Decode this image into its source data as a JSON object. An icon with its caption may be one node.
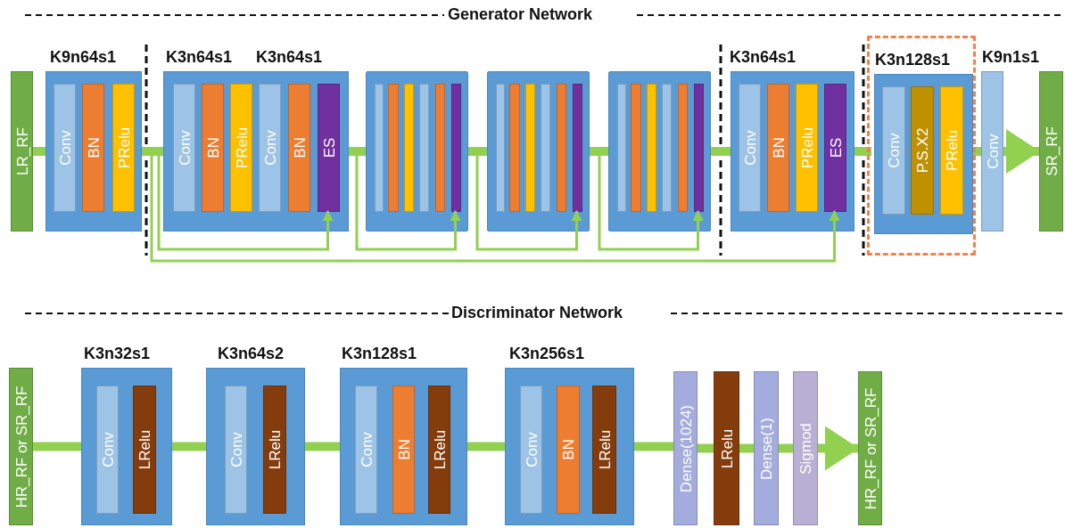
{
  "diagram": {
    "nodes": [
      {
        "text": [
          "LR_RF"
        ]
      },
      {
        "text": [
          "K9n64s1"
        ]
      },
      {
        "text": [
          "Conv"
        ],
        "in": 1
      },
      {
        "text": [
          "BN"
        ],
        "in": 1
      },
      {
        "text": [
          "PRelu"
        ],
        "in": 1
      },
      {
        "text": [
          "K3n64s1",
          "K3n64s1"
        ]
      },
      {
        "text": [
          "Conv"
        ],
        "in": 5
      },
      {
        "text": [
          "BN"
        ],
        "in": 5
      },
      {
        "text": [
          "PRelu"
        ],
        "in": 5
      },
      {
        "text": [
          "Conv"
        ],
        "in": 5
      },
      {
        "text": [
          "BN"
        ],
        "in": 5
      },
      {
        "text": [
          "ES"
        ],
        "in": 5
      },
      {
        "text": [],
        "shape": "box"
      },
      {
        "text": [],
        "shape": "bar",
        "in": 12
      },
      {
        "text": [],
        "shape": "bar",
        "in": 12
      },
      {
        "text": [],
        "shape": "bar",
        "in": 12
      },
      {
        "text": [],
        "shape": "bar",
        "in": 12
      },
      {
        "text": [],
        "shape": "bar",
        "in": 12
      },
      {
        "text": [],
        "shape": "bar",
        "in": 12
      },
      {
        "text": [],
        "shape": "box"
      },
      {
        "text": [],
        "shape": "bar",
        "in": 19
      },
      {
        "text": [],
        "shape": "bar",
        "in": 19
      },
      {
        "text": [],
        "shape": "bar",
        "in": 19
      },
      {
        "text": [],
        "shape": "bar",
        "in": 19
      },
      {
        "text": [],
        "shape": "bar",
        "in": 19
      },
      {
        "text": [],
        "shape": "bar",
        "in": 19
      },
      {
        "text": [],
        "shape": "box"
      },
      {
        "text": [],
        "shape": "bar",
        "in": 26
      },
      {
        "text": [],
        "shape": "bar",
        "in": 26
      },
      {
        "text": [],
        "shape": "bar",
        "in": 26
      },
      {
        "text": [],
        "shape": "bar",
        "in": 26
      },
      {
        "text": [],
        "shape": "bar",
        "in": 26
      },
      {
        "text": [],
        "shape": "bar",
        "in": 26
      },
      {
        "text": [
          "K3n64s1"
        ]
      },
      {
        "text": [
          "Conv"
        ],
        "in": 33
      },
      {
        "text": [
          "BN"
        ],
        "in": 33
      },
      {
        "text": [
          "PRelu"
        ],
        "in": 33
      },
      {
        "text": [
          "ES"
        ],
        "in": 33
      },
      {
        "text": [],
        "shape": "box"
      },
      {
        "text": [
          "K3n128s1"
        ],
        "in": 38
      },
      {
        "text": [
          "Conv"
        ],
        "in": 39
      },
      {
        "text": [
          "P.S.X2"
        ],
        "in": 39
      },
      {
        "text": [
          "PRelu"
        ],
        "in": 39
      },
      {
        "text": [
          "K9n1s1",
          "Conv"
        ]
      },
      {
        "text": [
          "SR_RF"
        ]
      },
      {
        "text": [
          "HR_RF or SR_RF"
        ]
      },
      {
        "text": [
          "K3n32s1"
        ]
      },
      {
        "text": [
          "Conv"
        ],
        "in": 46
      },
      {
        "text": [
          "LRelu"
        ],
        "in": 46
      },
      {
        "text": [
          "K3n64s2"
        ]
      },
      {
        "text": [
          "Conv"
        ],
        "in": 49
      },
      {
        "text": [
          "LRelu"
        ],
        "in": 49
      },
      {
        "text": [
          "K3n128s1"
        ]
      },
      {
        "text": [
          "Conv"
        ],
        "in": 52
      },
      {
        "text": [
          "BN"
        ],
        "in": 52
      },
      {
        "text": [
          "LRelu"
        ],
        "in": 52
      },
      {
        "text": [
          "K3n256s1"
        ]
      },
      {
        "text": [
          "Conv"
        ],
        "in": 56
      },
      {
        "text": [
          "BN"
        ],
        "in": 56
      },
      {
        "text": [
          "LRelu"
        ],
        "in": 56
      },
      {
        "text": [
          "Dense(1024)"
        ]
      },
      {
        "text": [
          "LRelu"
        ]
      },
      {
        "text": [
          "Dense(1)"
        ]
      },
      {
        "text": [
          "Sigmod"
        ]
      },
      {
        "text": [
          "HR_RF or SR_RF"
        ]
      }
    ],
    "edges": [
      {
        "from": 0,
        "to": 1,
        "arrow": "none"
      },
      {
        "from": 1,
        "to": 5,
        "arrow": "none"
      },
      {
        "from": 5,
        "to": 12,
        "arrow": "none"
      },
      {
        "from": 12,
        "to": 19,
        "arrow": "none"
      },
      {
        "from": 19,
        "to": 26,
        "arrow": "none"
      },
      {
        "from": 26,
        "to": 33,
        "arrow": "none"
      },
      {
        "from": 33,
        "to": 39,
        "arrow": "none"
      },
      {
        "from": 39,
        "to": 43,
        "arrow": "none"
      },
      {
        "from": 43,
        "to": 44,
        "arrow": "to"
      },
      {
        "from": 45,
        "to": 46,
        "arrow": "none"
      },
      {
        "from": 46,
        "to": 49,
        "arrow": "none"
      },
      {
        "from": 49,
        "to": 52,
        "arrow": "none"
      },
      {
        "from": 52,
        "to": 56,
        "arrow": "none"
      },
      {
        "from": 56,
        "to": 60,
        "arrow": "none"
      },
      {
        "from": 60,
        "to": 61,
        "arrow": "none"
      },
      {
        "from": 61,
        "to": 62,
        "arrow": "none"
      },
      {
        "from": 62,
        "to": 63,
        "arrow": "none"
      },
      {
        "from": 63,
        "to": 64,
        "arrow": "to"
      },
      {
        "from": 1,
        "to": 11,
        "arrow": "to"
      },
      {
        "from": 5,
        "to": 18,
        "arrow": "to"
      },
      {
        "from": 12,
        "to": 25,
        "arrow": "to"
      },
      {
        "from": 19,
        "to": 32,
        "arrow": "to"
      },
      {
        "from": 1,
        "to": 37,
        "arrow": "to"
      }
    ],
    "labels": [
      "Generator Network",
      "Discriminator Network"
    ]
  }
}
